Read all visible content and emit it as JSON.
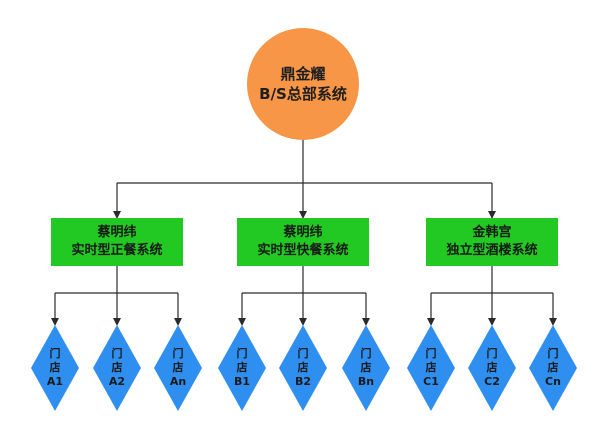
{
  "root": {
    "line1": "鼎金耀",
    "line2": "B/S总部系统",
    "color": "#f79646"
  },
  "groups": [
    {
      "line1": "蔡明纬",
      "line2": "实时型正餐系统"
    },
    {
      "line1": "蔡明纬",
      "line2": "实时型快餐系统"
    },
    {
      "line1": "金韩宫",
      "line2": "独立型酒楼系统"
    }
  ],
  "group_color": "#22c922",
  "stores": [
    {
      "line1": "门",
      "line2": "店",
      "line3": "A1"
    },
    {
      "line1": "门",
      "line2": "店",
      "line3": "A2"
    },
    {
      "line1": "门",
      "line2": "店",
      "line3": "An"
    },
    {
      "line1": "门",
      "line2": "店",
      "line3": "B1"
    },
    {
      "line1": "门",
      "line2": "店",
      "line3": "B2"
    },
    {
      "line1": "门",
      "line2": "店",
      "line3": "Bn"
    },
    {
      "line1": "门",
      "line2": "店",
      "line3": "C1"
    },
    {
      "line1": "门",
      "line2": "店",
      "line3": "C2"
    },
    {
      "line1": "门",
      "line2": "店",
      "line3": "Cn"
    }
  ],
  "store_color": "#2e8ff0",
  "connector_color": "#2a2a2a"
}
